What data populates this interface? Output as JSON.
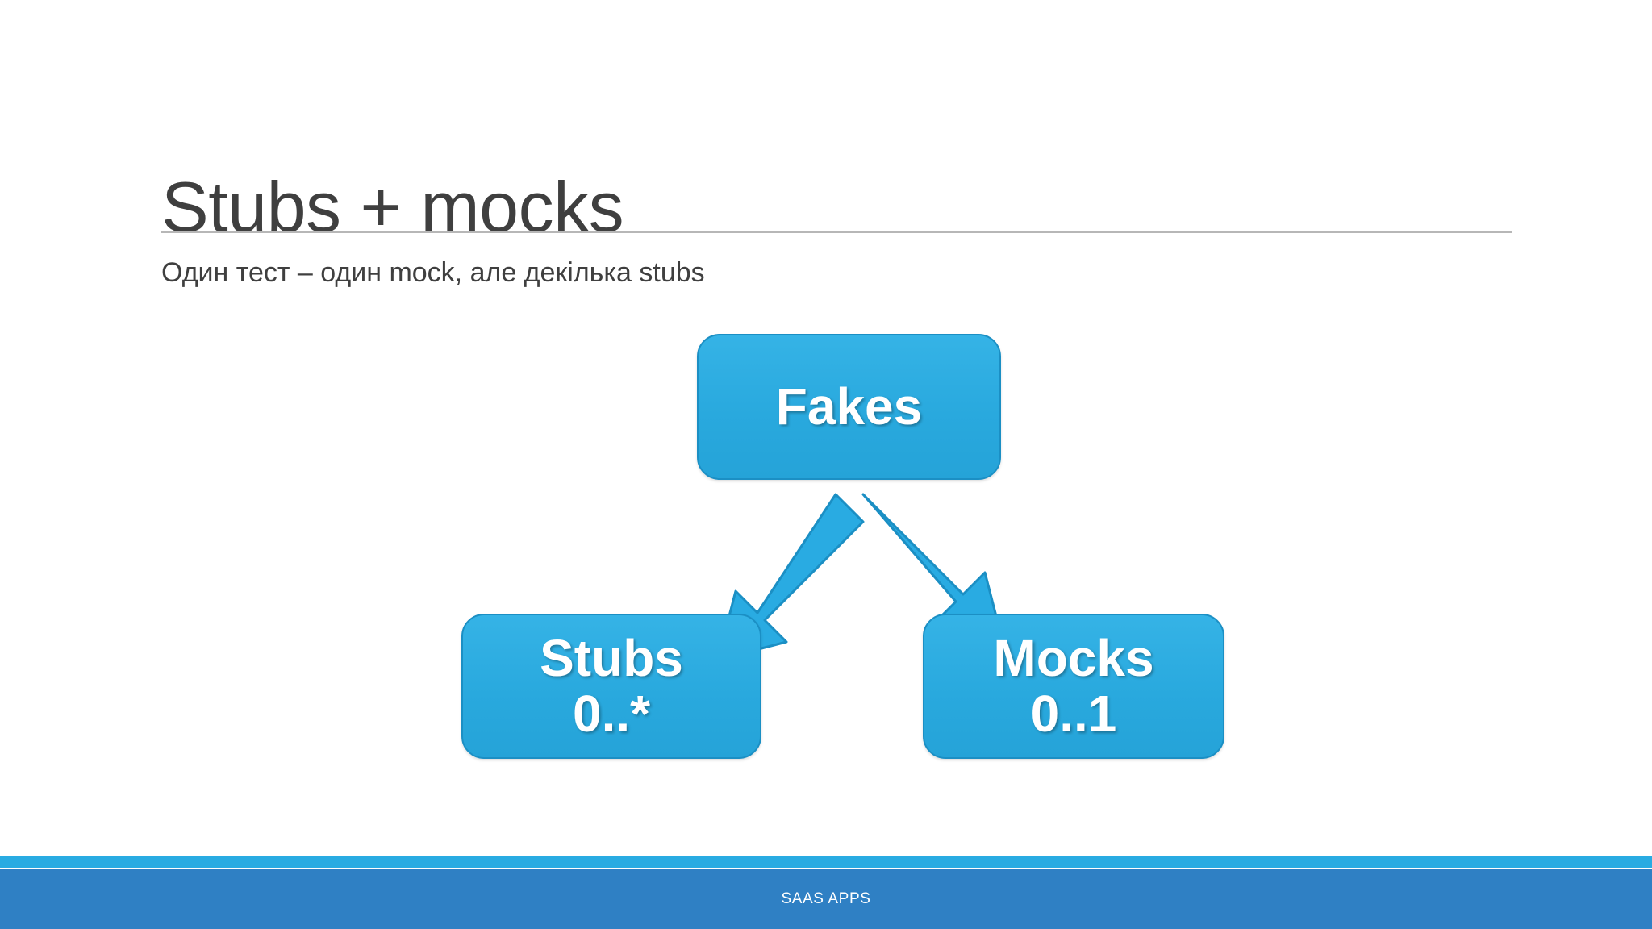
{
  "slide": {
    "title": "Stubs + mocks",
    "subtitle": "Один тест – один mock, але декілька stubs",
    "background_color": "#FFFFFF",
    "title_color": "#3F3F3F",
    "rule_color": "#B7B7B7"
  },
  "diagram": {
    "type": "hierarchy",
    "accent_color": "#29ABE2",
    "node_border_color": "#1B8FC4",
    "node_text_color": "#FFFFFF",
    "nodes": [
      {
        "id": "fakes",
        "label": "Fakes",
        "sublabel": "",
        "role": "parent"
      },
      {
        "id": "stubs",
        "label": "Stubs",
        "sublabel": "0..*",
        "role": "child"
      },
      {
        "id": "mocks",
        "label": "Mocks",
        "sublabel": "0..1",
        "role": "child"
      }
    ],
    "connectors": [
      {
        "id": "fakes-to-stubs",
        "from": "fakes",
        "to": "stubs",
        "shape": "block-arrow",
        "direction": "down-left"
      },
      {
        "id": "fakes-to-mocks",
        "from": "fakes",
        "to": "mocks",
        "shape": "block-arrow",
        "direction": "down-right"
      }
    ]
  },
  "footer": {
    "text": "SAAS APPS",
    "strip_color": "#29ABE2",
    "bar_color": "#2F80C4",
    "text_color": "#FFFFFF"
  }
}
